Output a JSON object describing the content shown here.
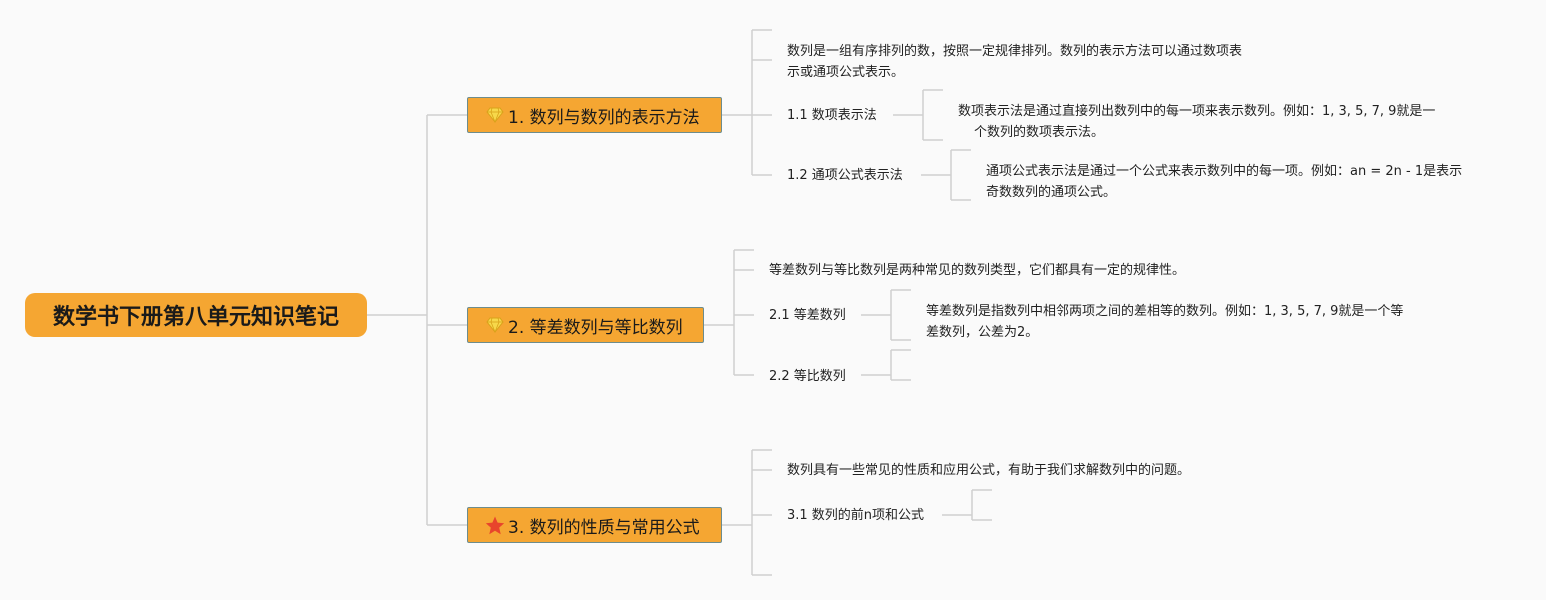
{
  "root": {
    "title": "数学书下册第八单元知识笔记"
  },
  "topics": [
    {
      "label": "1. 数列与数列的表示方法",
      "icon": "diamond-icon",
      "summary": [
        "数列是一组有序排列的数，按照一定规律排列。数列的表示方法可以通过数项表",
        "示或通项公式表示。"
      ],
      "subs": [
        {
          "label": "1.1 数项表示法",
          "detail": [
            "数项表示法是通过直接列出数列中的每一项来表示数列。例如：1, 3, 5, 7, 9就是一",
            "个数列的数项表示法。"
          ]
        },
        {
          "label": "1.2 通项公式表示法",
          "detail": [
            "通项公式表示法是通过一个公式来表示数列中的每一项。例如：an = 2n - 1是表示",
            "奇数数列的通项公式。"
          ]
        }
      ]
    },
    {
      "label": "2. 等差数列与等比数列",
      "icon": "diamond-icon",
      "summary": [
        "等差数列与等比数列是两种常见的数列类型，它们都具有一定的规律性。"
      ],
      "subs": [
        {
          "label": "2.1 等差数列",
          "detail": [
            "等差数列是指数列中相邻两项之间的差相等的数列。例如：1, 3, 5, 7, 9就是一个等",
            "差数列，公差为2。"
          ]
        },
        {
          "label": "2.2 等比数列"
        }
      ]
    },
    {
      "label": "3. 数列的性质与常用公式",
      "icon": "star-icon",
      "summary": [
        "数列具有一些常见的性质和应用公式，有助于我们求解数列中的问题。"
      ],
      "subs": [
        {
          "label": "3.1 数列的前n项和公式"
        }
      ]
    }
  ],
  "colors": {
    "topic_fill": "#f5a632",
    "line": "#cccccc",
    "diamond": "#f7d84a",
    "star": "#e8452c"
  }
}
